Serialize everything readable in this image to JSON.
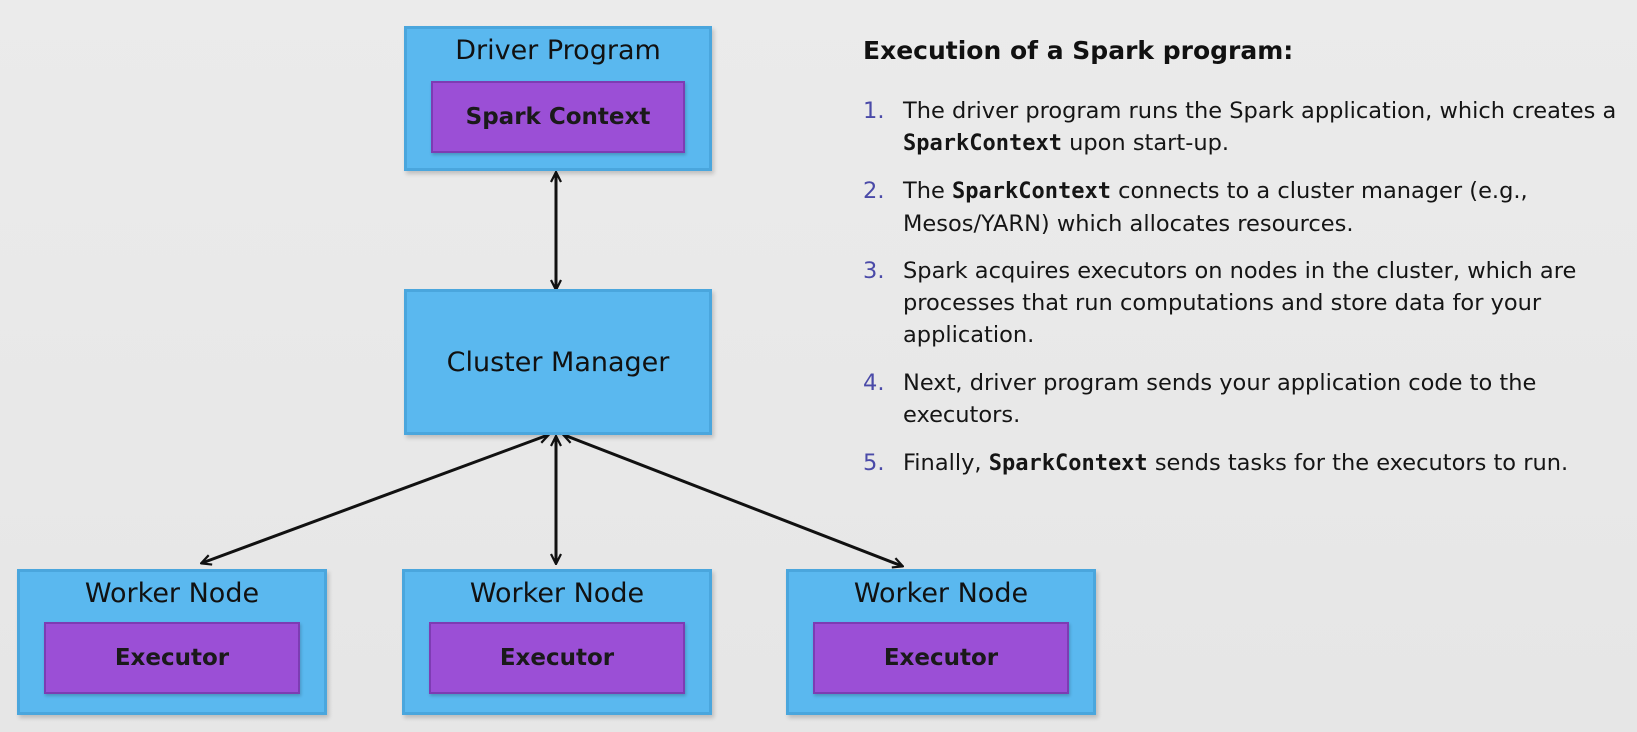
{
  "diagram": {
    "driver": {
      "title": "Driver Program",
      "context_label": "Spark Context"
    },
    "cluster_manager": {
      "label": "Cluster Manager"
    },
    "workers": [
      {
        "title": "Worker Node",
        "executor_label": "Executor"
      },
      {
        "title": "Worker Node",
        "executor_label": "Executor"
      },
      {
        "title": "Worker Node",
        "executor_label": "Executor"
      }
    ],
    "colors": {
      "box_fill": "#5ab8ef",
      "inner_fill": "#9b4fd6",
      "arrow": "#111111"
    }
  },
  "explanation": {
    "title": "Execution of a Spark program:",
    "steps": [
      {
        "num": "1.",
        "a": "The driver program runs the Spark application, which creates a ",
        "code": "SparkContext",
        "b": " upon start-up."
      },
      {
        "num": "2.",
        "a": "The ",
        "code": "SparkContext",
        "b": " connects to a cluster manager (e.g., Mesos/YARN) which allocates resources."
      },
      {
        "num": "3.",
        "a": "Spark acquires executors on nodes in the cluster, which are processes that run computations and store data for your application.",
        "code": "",
        "b": ""
      },
      {
        "num": "4.",
        "a": "Next, driver program sends your application code to the executors.",
        "code": "",
        "b": ""
      },
      {
        "num": "5.",
        "a": "Finally, ",
        "code": "SparkContext",
        "b": " sends tasks for the executors to run."
      }
    ]
  }
}
